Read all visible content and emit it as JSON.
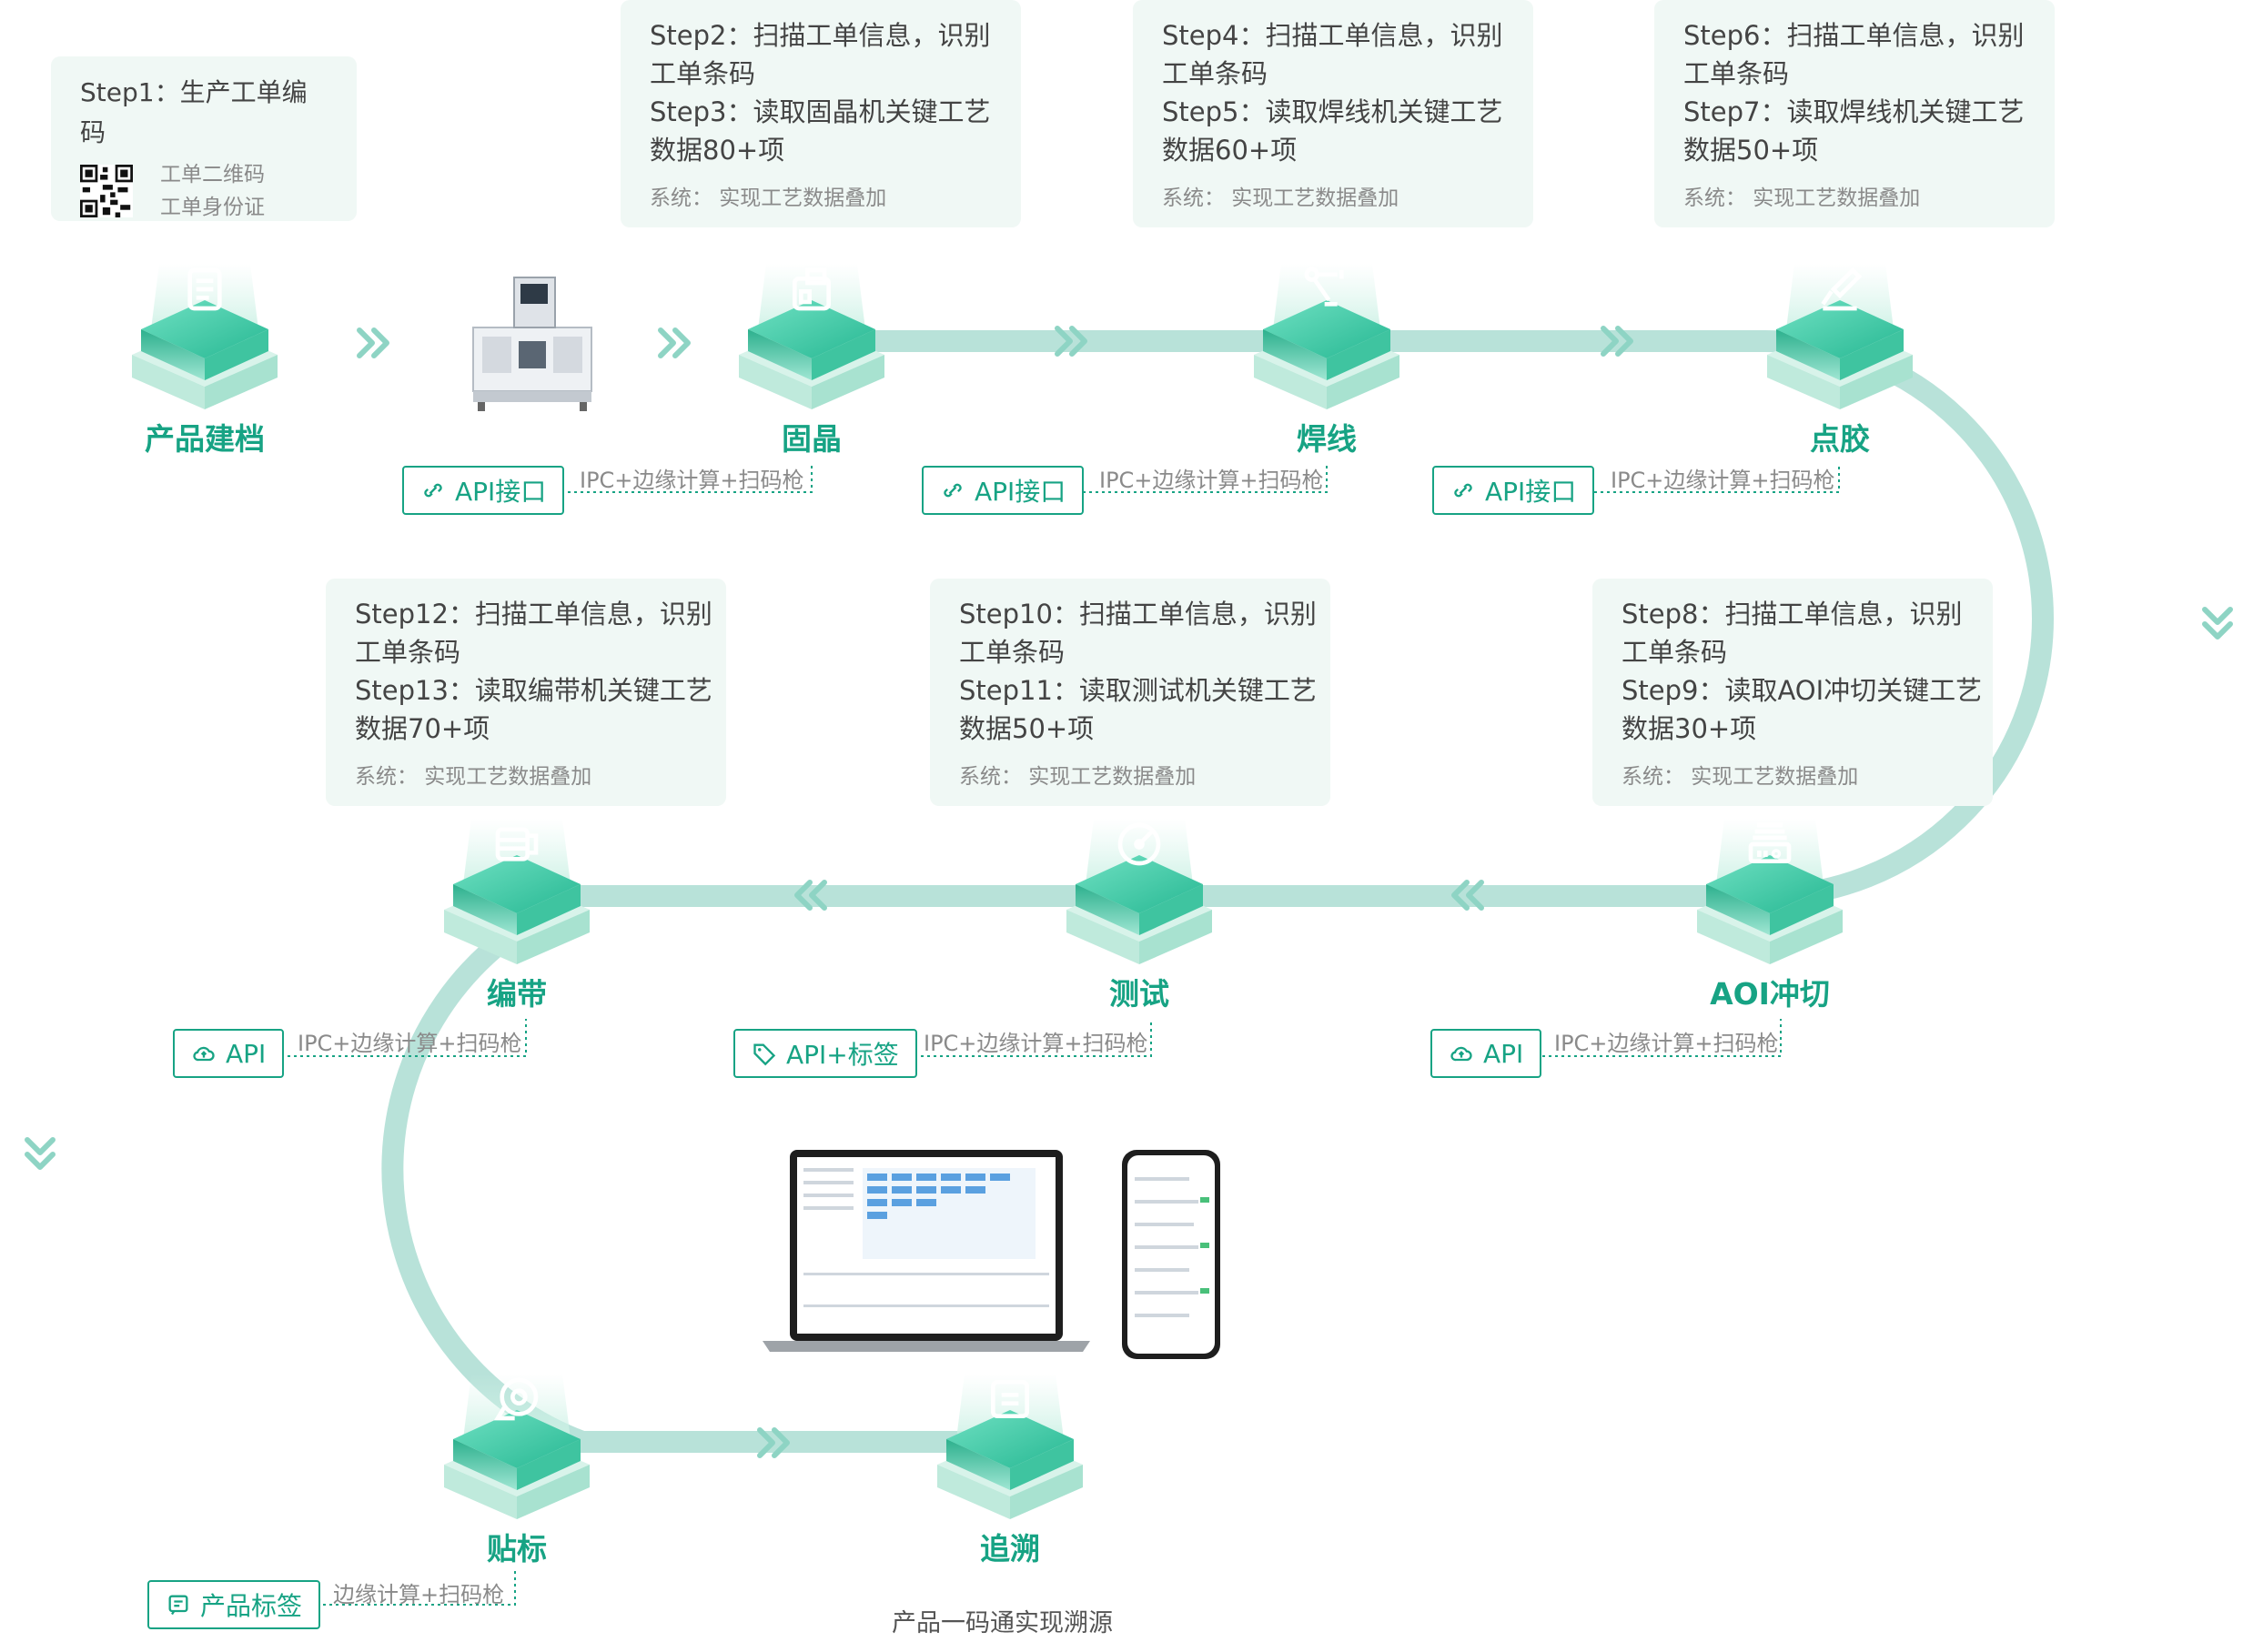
{
  "cards": {
    "step1": {
      "title": "Step1：生产工单编码",
      "qr_label_1": "工单二维码",
      "qr_label_2": "工单身份证"
    },
    "step2_3": {
      "lines": [
        "Step2：扫描工单信息，识别",
        "工单条码",
        "Step3：读取固晶机关键工艺",
        "数据80+项"
      ],
      "sys": "系统：  实现工艺数据叠加"
    },
    "step4_5": {
      "lines": [
        "Step4：扫描工单信息，识别",
        "工单条码",
        "Step5：读取焊线机关键工艺",
        "数据60+项"
      ],
      "sys": "系统：  实现工艺数据叠加"
    },
    "step6_7": {
      "lines": [
        "Step6：扫描工单信息，识别",
        "工单条码",
        "Step7：读取焊线机关键工艺",
        "数据50+项"
      ],
      "sys": "系统：  实现工艺数据叠加"
    },
    "step8_9": {
      "lines": [
        "Step8：扫描工单信息，识别",
        "工单条码",
        "Step9：读取AOI冲切关键工艺",
        "数据30+项"
      ],
      "sys": "系统：  实现工艺数据叠加"
    },
    "step10_11": {
      "lines": [
        "Step10：扫描工单信息，识别",
        "工单条码",
        "Step11：读取测试机关键工艺",
        "数据50+项"
      ],
      "sys": "系统：  实现工艺数据叠加"
    },
    "step12_13": {
      "lines": [
        "Step12：扫描工单信息，识别",
        "工单条码",
        "Step13：读取编带机关键工艺",
        "数据70+项"
      ],
      "sys": "系统：  实现工艺数据叠加"
    }
  },
  "nodes": {
    "jiandang": "产品建档",
    "gujing": "固晶",
    "hanxian": "焊线",
    "dianjiao": "点胶",
    "aoi": "AOI冲切",
    "ceshi": "测试",
    "biandai": "编带",
    "tiebiao": "贴标",
    "zhuisu": "追溯"
  },
  "tags": {
    "gujing": {
      "label": "API接口",
      "note": "IPC+边缘计算+扫码枪",
      "icon": "link-icon"
    },
    "hanxian": {
      "label": "API接口",
      "note": "IPC+边缘计算+扫码枪",
      "icon": "link-icon"
    },
    "dianjiao": {
      "label": "API接口",
      "note": "IPC+边缘计算+扫码枪",
      "icon": "link-icon"
    },
    "aoi": {
      "label": "API",
      "note": "IPC+边缘计算+扫码枪",
      "icon": "cloud-icon"
    },
    "ceshi": {
      "label": "API+标签",
      "note": "IPC+边缘计算+扫码枪",
      "icon": "tag-icon"
    },
    "biandai": {
      "label": "API",
      "note": "IPC+边缘计算+扫码枪",
      "icon": "cloud-icon"
    },
    "tiebiao": {
      "label": "产品标签",
      "note": "边缘计算+扫码枪",
      "icon": "label-icon"
    }
  },
  "footer": "产品一码通实现溯源",
  "colors": {
    "accent": "#17a384",
    "track": "#b8e2d9",
    "card_bg": "#f0f8f5"
  }
}
